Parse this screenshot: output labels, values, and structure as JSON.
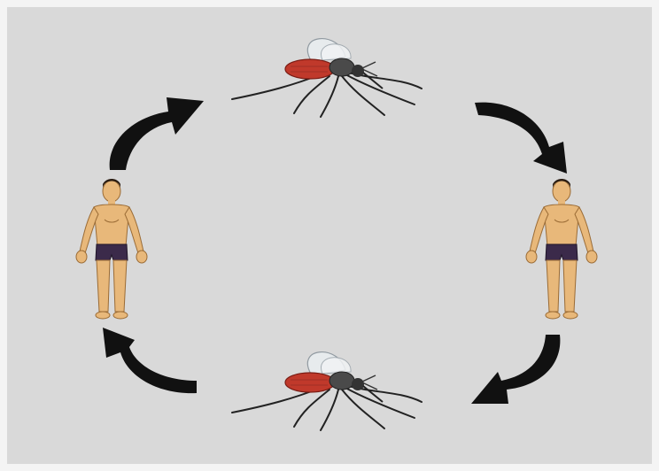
{
  "diagram": {
    "type": "cycle",
    "nodes": [
      {
        "id": "mosquito-top",
        "kind": "mosquito",
        "icon": "mosquito-icon"
      },
      {
        "id": "human-right",
        "kind": "human",
        "icon": "human-figure-icon"
      },
      {
        "id": "mosquito-bottom",
        "kind": "mosquito",
        "icon": "mosquito-icon"
      },
      {
        "id": "human-left",
        "kind": "human",
        "icon": "human-figure-icon"
      }
    ],
    "edges": [
      {
        "from": "mosquito-top",
        "to": "human-right"
      },
      {
        "from": "human-right",
        "to": "mosquito-bottom"
      },
      {
        "from": "mosquito-bottom",
        "to": "human-left"
      },
      {
        "from": "human-left",
        "to": "mosquito-top"
      }
    ],
    "colors": {
      "page": "#f4f4f4",
      "panel": "#d9d9d9",
      "arrow": "#111111",
      "mosquito_abdomen": "#c0392b",
      "skin": "#e8b87a",
      "shorts": "#3b2a4a",
      "hair": "#2b1d12"
    }
  }
}
